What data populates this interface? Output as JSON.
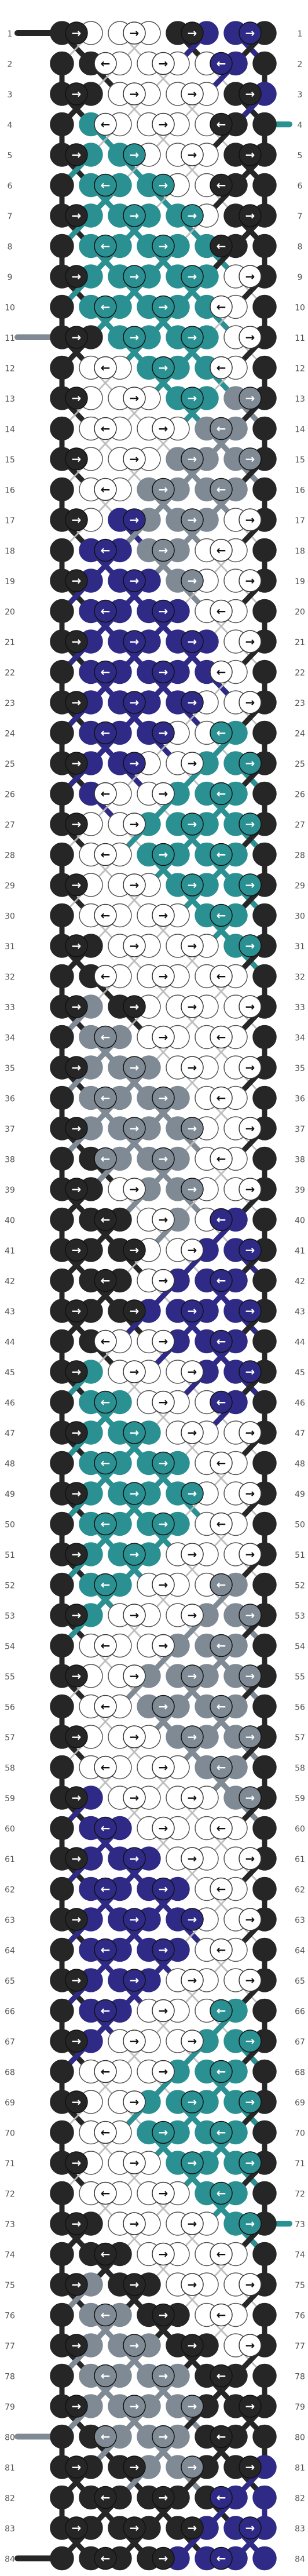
{
  "pattern": {
    "row_labels": [
      "1",
      "2",
      "3",
      "4",
      "5",
      "6",
      "7",
      "8",
      "9",
      "10",
      "11",
      "12",
      "13",
      "14",
      "15",
      "16",
      "17",
      "18",
      "19",
      "20",
      "21",
      "22",
      "23",
      "24",
      "25",
      "26",
      "27",
      "28",
      "29",
      "30",
      "31",
      "32",
      "33",
      "34",
      "35",
      "36",
      "37",
      "38",
      "39",
      "40",
      "41",
      "42",
      "43",
      "44",
      "45",
      "46",
      "47",
      "48",
      "49",
      "50",
      "51",
      "52",
      "53",
      "54",
      "55",
      "56",
      "57",
      "58",
      "59",
      "60",
      "61",
      "62",
      "63",
      "64",
      "65",
      "66",
      "67",
      "68",
      "69",
      "70",
      "71",
      "72",
      "73",
      "74",
      "75",
      "76",
      "77",
      "78",
      "79",
      "80",
      "81",
      "82",
      "83",
      "84"
    ],
    "colors": {
      "K": "#262626",
      "W": "#ffffff",
      "T": "#2a9091",
      "P": "#2e2a86",
      "G": "#7f8a94"
    },
    "rows": [
      "KWWWKPPK",
      "KKWWWWPK",
      "KKWWWWKP",
      "KTWWWWKK",
      "KTTWWWKK",
      "KTTTWWKK",
      "KTTTTWKK",
      "KTTTTTKK",
      "KTTTTTWK",
      "KTTTTTWK",
      "KKTTTTWK",
      "KWWTTTWK",
      "KWWWTTGK",
      "KWWWWGGK",
      "KWWWGGGK",
      "KWWGGGGK",
      "KWPGGGWK",
      "KPPGGWWK",
      "KPPPGWWK",
      "KPPPPWWK",
      "KPPPPPWK",
      "KPPPPPWK",
      "KPPPPWWK",
      "KPPPWWTK",
      "KPPWWTTK",
      "KPWWTTTK",
      "KWWTTTTK",
      "KWWTTTTK",
      "KWWWTTTK",
      "KWWWWTTK",
      "KKWWWWTK",
      "KKWWWWWK",
      "KGKWWWWK",
      "KGGWWWWK",
      "KGGGWWWK",
      "KGGGGWWK",
      "KGGGGWWK",
      "KKGGGWWK",
      "KKWGGWWK",
      "KKKWGWPK",
      "KKKWWPPK",
      "KKKWPPPK",
      "KKKPPPPK",
      "KKWWPPPK",
      "KTWWWPPK",
      "KTTWWWPK",
      "KTTTWWWK",
      "KTTTTWWK",
      "KTTTTWWK",
      "KTTTTWWK",
      "KTTTWWWK",
      "KTTWWWGK",
      "KTWWWGGK",
      "KWWWGGGK",
      "KWWGGGGK",
      "KWWGGGGK",
      "KWWWGGGK",
      "KWWWWGGK",
      "KPWWWWGK",
      "KPPWWWWK",
      "KPPPWWWK",
      "KPPPPWWK",
      "KPPPPWWK",
      "KPPPPWWK",
      "KPPPWWWK",
      "KPPWWWTK",
      "KPWWWTTK",
      "KWWWTTTK",
      "KWWTTTTK",
      "KWWTTTTK",
      "KWWWTTTK",
      "KWWWWTTK",
      "KKWWWWTK",
      "KKKWWWWK",
      "KGKKWWWK",
      "KGGKKWWK",
      "KGGGKKWK",
      "KGGGGKKK",
      "KGGGGKKK",
      "KKGGGKKK",
      "KKKGGKKP",
      "KKKKKKPP",
      "KKKKKPPP",
      "KKKKPPPP"
    ],
    "arrows": {
      "odd": [
        "right-arrow-icon",
        "right-arrow-icon",
        "right-arrow-icon",
        "right-arrow-icon"
      ],
      "even": [
        "left-arrow-icon",
        "right-arrow-icon",
        "left-arrow-icon"
      ]
    },
    "glyphs": {
      "right": "→",
      "left": "←"
    },
    "edge_threads": [
      {
        "row": "1",
        "side": "left",
        "color": "#262626"
      },
      {
        "row": "4",
        "side": "right",
        "color": "#2a9091"
      },
      {
        "row": "11",
        "side": "left",
        "color": "#7f8a94"
      },
      {
        "row": "73",
        "side": "right",
        "color": "#2a9091"
      },
      {
        "row": "80",
        "side": "left",
        "color": "#7f8a94"
      },
      {
        "row": "84",
        "side": "left",
        "color": "#262626"
      }
    ]
  }
}
